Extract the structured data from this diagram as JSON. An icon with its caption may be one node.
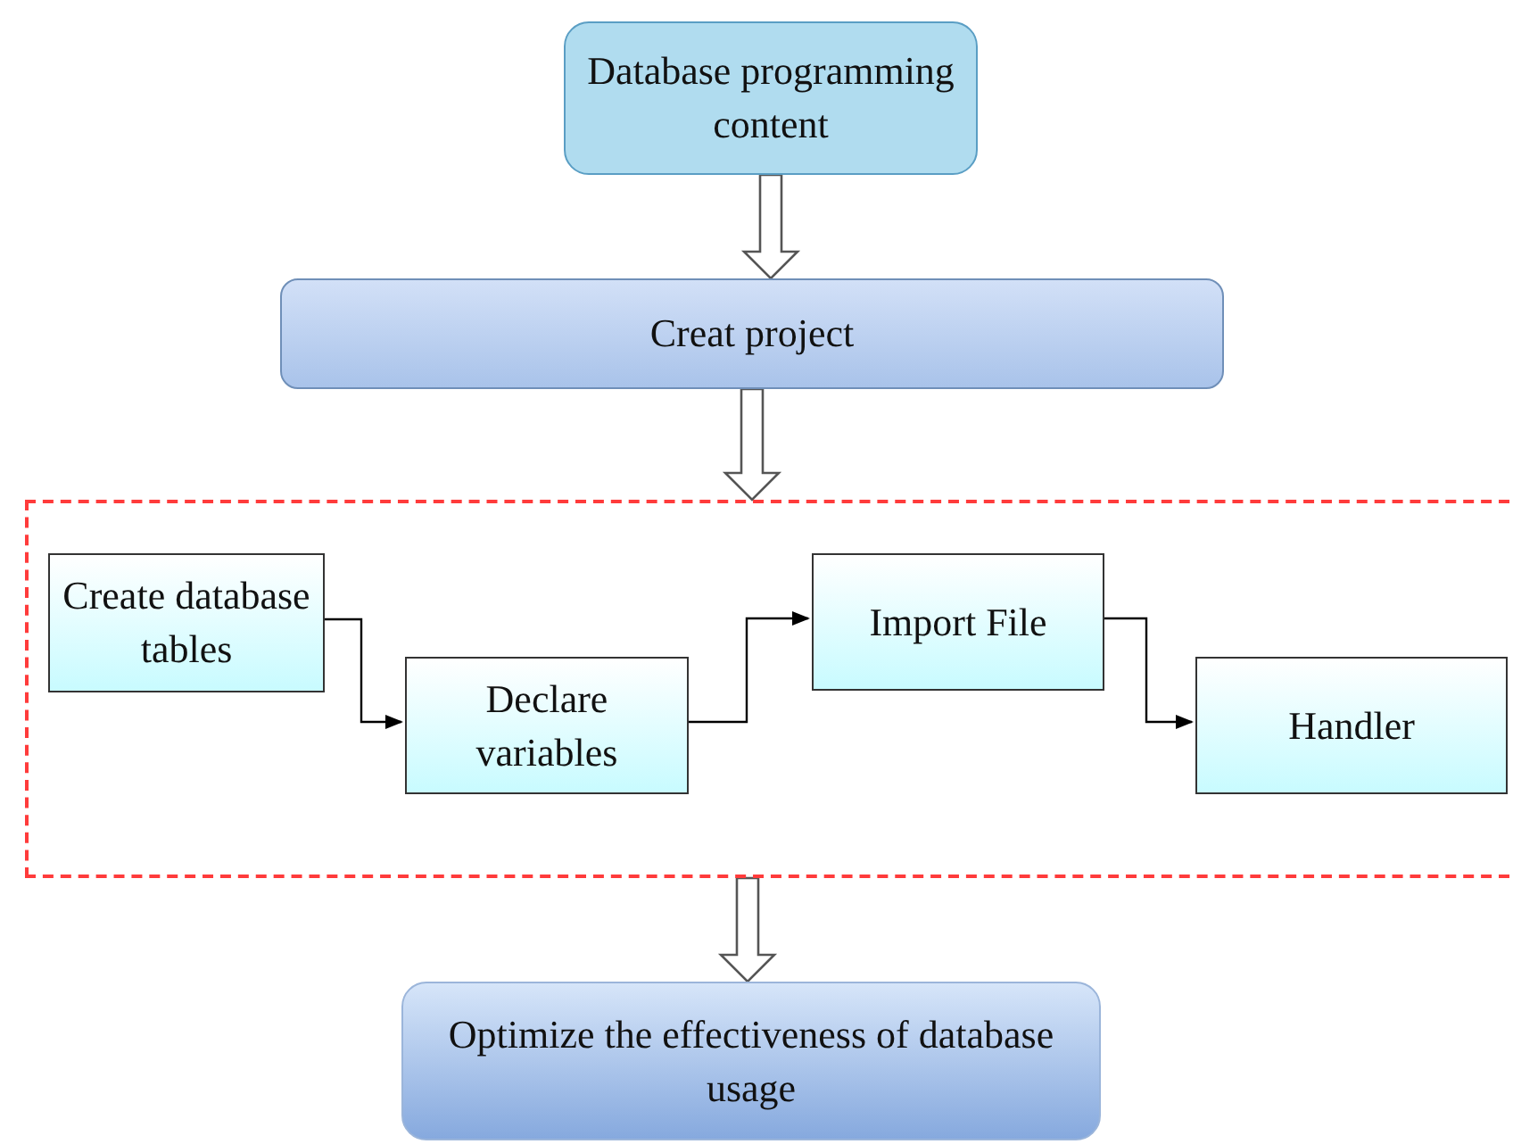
{
  "diagram": {
    "nodes": [
      {
        "text": [
          "Database programming content"
        ]
      },
      {
        "text": [
          "Creat project"
        ]
      },
      {
        "text": [],
        "shape": "box"
      },
      {
        "text": [
          "Create database tables"
        ],
        "in": 2
      },
      {
        "text": [
          "Declare variables"
        ],
        "in": 2
      },
      {
        "text": [
          "Import File"
        ],
        "in": 2
      },
      {
        "text": [
          "Handler"
        ],
        "in": 2
      },
      {
        "text": [
          "Optimize the effectiveness of database usage"
        ]
      }
    ],
    "edges": [
      {
        "from": 0,
        "to": 1,
        "arrow": "to",
        "style": "thick"
      },
      {
        "from": 1,
        "to": 2,
        "arrow": "to",
        "style": "thick"
      },
      {
        "from": 3,
        "to": 4,
        "arrow": "to"
      },
      {
        "from": 4,
        "to": 5,
        "arrow": "to"
      },
      {
        "from": 5,
        "to": 6,
        "arrow": "to"
      },
      {
        "from": 2,
        "to": 7,
        "arrow": "to",
        "style": "thick"
      }
    ]
  }
}
